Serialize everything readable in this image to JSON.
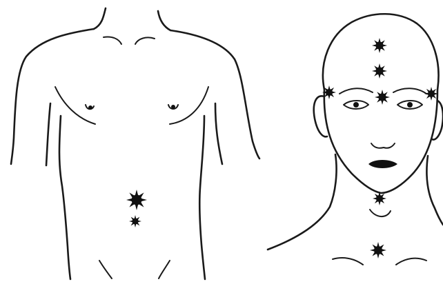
{
  "figures": [
    {
      "name": "torso",
      "markers": [
        "navel-area",
        "below-navel"
      ]
    },
    {
      "name": "head-and-neck",
      "markers": [
        "crown",
        "forehead",
        "between-eyebrows",
        "left-temple",
        "right-temple",
        "throat",
        "chest-center"
      ]
    }
  ],
  "colors": {
    "ink": "#111111",
    "background": "#ffffff"
  },
  "icons": {
    "marker": "starburst-icon"
  }
}
